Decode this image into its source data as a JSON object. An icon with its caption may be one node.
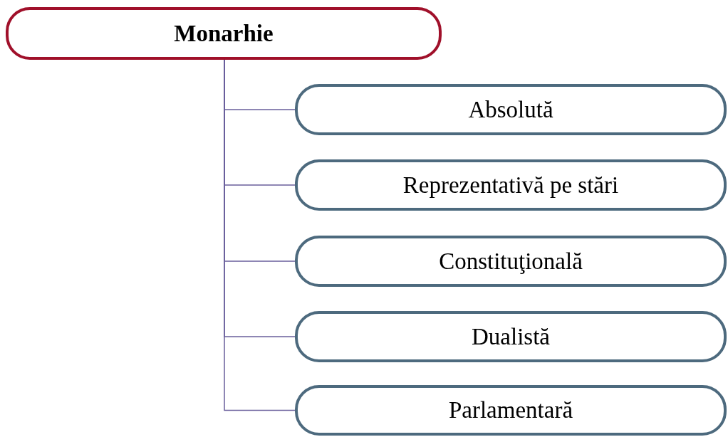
{
  "diagram": {
    "nodes": [
      {
        "text": [
          "Monarhie"
        ]
      },
      {
        "text": [
          "Absolută"
        ]
      },
      {
        "text": [
          "Reprezentativă pe stări"
        ]
      },
      {
        "text": [
          "Constituţională"
        ]
      },
      {
        "text": [
          "Dualistă"
        ]
      },
      {
        "text": [
          "Parlamentară"
        ]
      }
    ],
    "edges": [
      {
        "from": 0,
        "to": 1,
        "arrow": "none"
      },
      {
        "from": 0,
        "to": 2,
        "arrow": "none"
      },
      {
        "from": 0,
        "to": 3,
        "arrow": "none"
      },
      {
        "from": 0,
        "to": 4,
        "arrow": "none"
      },
      {
        "from": 0,
        "to": 5,
        "arrow": "none"
      }
    ]
  }
}
